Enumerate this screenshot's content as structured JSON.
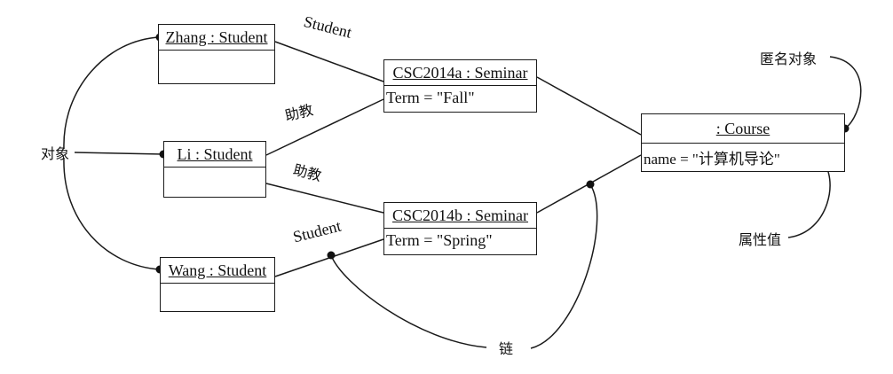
{
  "objects": {
    "zhang": {
      "name": "Zhang : Student",
      "attr": ""
    },
    "li": {
      "name": "Li : Student",
      "attr": ""
    },
    "wang": {
      "name": "Wang : Student",
      "attr": ""
    },
    "csc_a": {
      "name": "CSC2014a : Seminar",
      "attr": "Term = \"Fall\""
    },
    "csc_b": {
      "name": "CSC2014b : Seminar",
      "attr": "Term = \"Spring\""
    },
    "course": {
      "name": ": Course",
      "attr": "name = \"计算机导论\""
    }
  },
  "link_labels": {
    "zhang_a": "Student",
    "li_a": "助教",
    "li_b": "助教",
    "wang_b": "Student"
  },
  "annotations": {
    "object": "对象",
    "anonymous_object": "匿名对象",
    "attribute_value": "属性值",
    "link": "链"
  }
}
